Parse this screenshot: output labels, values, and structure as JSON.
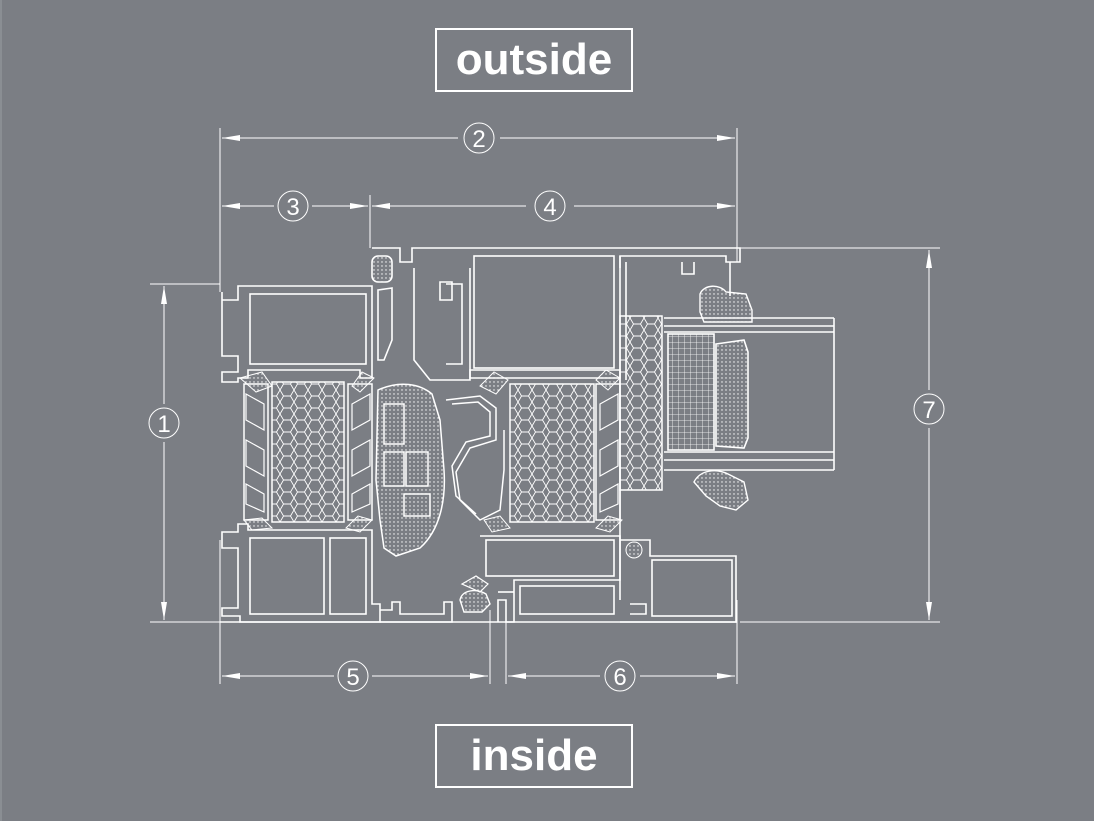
{
  "labels": {
    "top": "outside",
    "bottom": "inside"
  },
  "dimensions": [
    "1",
    "2",
    "3",
    "4",
    "5",
    "6",
    "7"
  ],
  "colors": {
    "background": "#7b7e84",
    "line": "#ffffff"
  }
}
